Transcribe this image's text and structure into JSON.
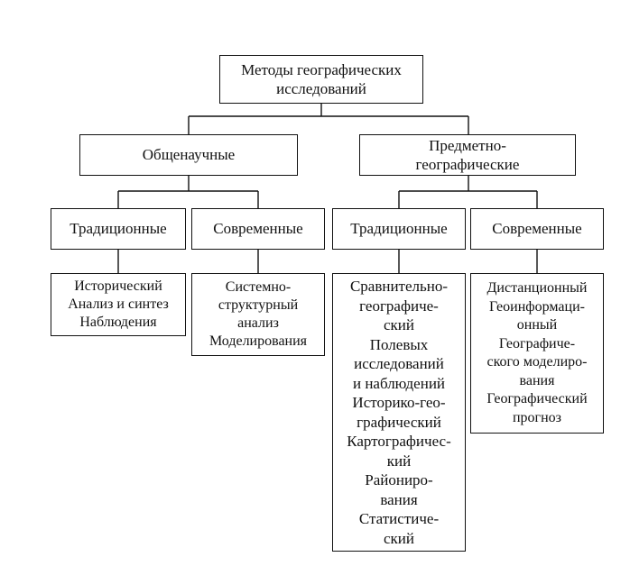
{
  "diagram": {
    "root": {
      "label": "Методы географических\nисследований"
    },
    "general": {
      "label": "Общенаучные",
      "traditional": {
        "label": "Традиционные",
        "methods": "Исторический\nАнализ и синтез\nНаблюдения"
      },
      "modern": {
        "label": "Современные",
        "methods": "Системно-\nструктурный\nанализ\nМоделирования"
      }
    },
    "subject": {
      "label": "Предметно-\nгеографические",
      "traditional": {
        "label": "Традиционные",
        "methods": "Сравнительно-\nгеографиче-\nский\nПолевых\nисследований\nи наблюдений\nИсторико-гео-\nграфический\nКартографичес-\nкий\nРайониро-\nвания\nСтатистиче-\nский"
      },
      "modern": {
        "label": "Современные",
        "methods": "Дистанционный\nГеоинформаци-\nонный\nГеографиче-\nского моделиро-\nвания\nГеографический\nпрогноз"
      }
    },
    "colors": {
      "line": "#111111",
      "box_fill": "#ffffff"
    }
  }
}
